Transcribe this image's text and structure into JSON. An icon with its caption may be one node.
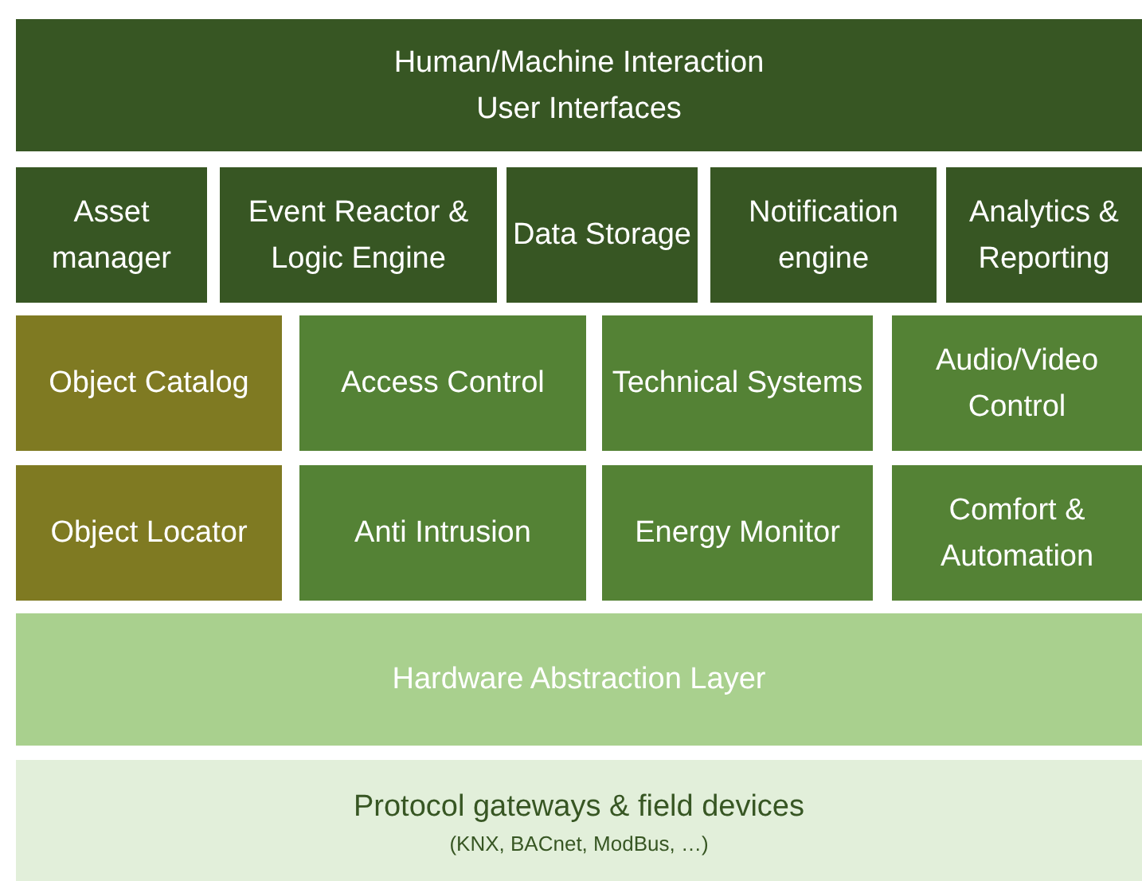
{
  "diagram": {
    "nodes": [
      {
        "text": [
          "Human/Machine Interaction",
          "User Interfaces"
        ]
      },
      {
        "text": [
          "Asset manager"
        ]
      },
      {
        "text": [
          "Event Reactor & Logic Engine"
        ]
      },
      {
        "text": [
          "Data Storage"
        ]
      },
      {
        "text": [
          "Notification engine"
        ]
      },
      {
        "text": [
          "Analytics & Reporting"
        ]
      },
      {
        "text": [
          "Object Catalog"
        ]
      },
      {
        "text": [
          "Access Control"
        ]
      },
      {
        "text": [
          "Technical Systems"
        ]
      },
      {
        "text": [
          "Audio/Video Control"
        ]
      },
      {
        "text": [
          "Object Locator"
        ]
      },
      {
        "text": [
          "Anti Intrusion"
        ]
      },
      {
        "text": [
          "Energy Monitor"
        ]
      },
      {
        "text": [
          "Comfort & Automation"
        ]
      },
      {
        "text": [
          "Hardware Abstraction Layer"
        ]
      },
      {
        "text": [
          "Protocol gateways & field devices",
          "(KNX, BACnet, ModBus, …)"
        ]
      }
    ]
  }
}
